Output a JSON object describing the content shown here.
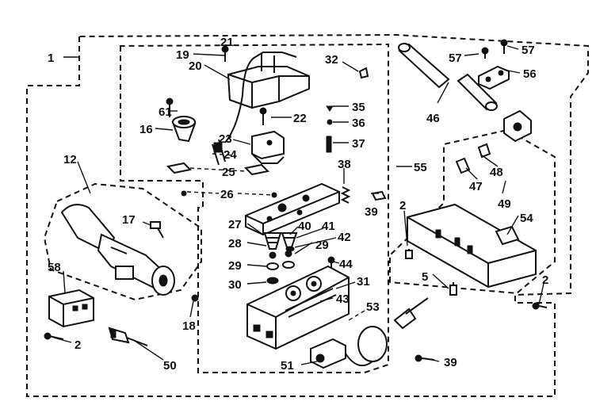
{
  "callouts": {
    "c1": "1",
    "c2a": "2",
    "c2b": "2",
    "c2c": "2",
    "c5": "5",
    "c12": "12",
    "c16": "16",
    "c17": "17",
    "c18": "18",
    "c19": "19",
    "c20": "20",
    "c21": "21",
    "c22": "22",
    "c23": "23",
    "c24": "24",
    "c25": "25",
    "c26": "26",
    "c27": "27",
    "c28": "28",
    "c29a": "29",
    "c29b": "29",
    "c30": "30",
    "c31": "31",
    "c32": "32",
    "c35": "35",
    "c36": "36",
    "c37": "37",
    "c38": "38",
    "c39a": "39",
    "c39b": "39",
    "c40": "40",
    "c41": "41",
    "c42": "42",
    "c43": "43",
    "c44": "44",
    "c46": "46",
    "c47": "47",
    "c48": "48",
    "c49": "49",
    "c50": "50",
    "c51": "51",
    "c53": "53",
    "c54": "54",
    "c55": "55",
    "c56": "56",
    "c57a": "57",
    "c57b": "57",
    "c58": "58",
    "c61": "61"
  }
}
